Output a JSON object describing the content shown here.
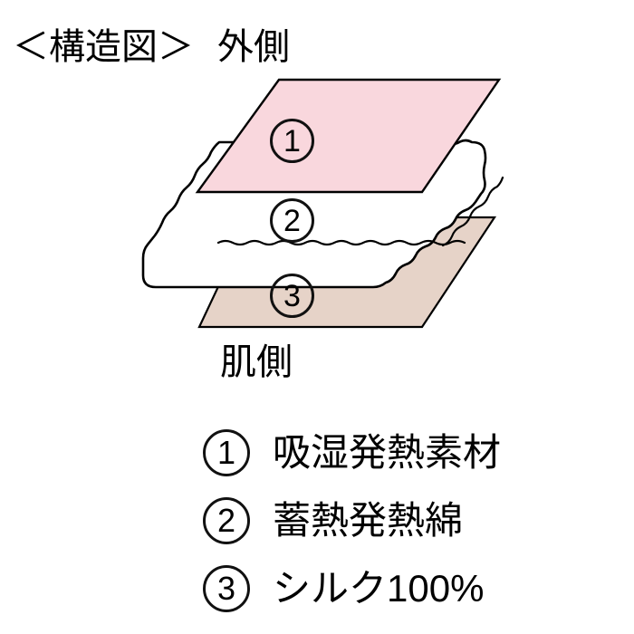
{
  "diagram": {
    "title": "＜構造図＞",
    "top_label": "外側",
    "bottom_label": "肌側",
    "layers": [
      {
        "number": "1",
        "name": "outer-fabric-layer",
        "fill": "#f9d7dd",
        "stroke": "#000000",
        "style": "flat-parallelogram"
      },
      {
        "number": "2",
        "name": "wadding-layer",
        "fill": "#ffffff",
        "stroke": "#000000",
        "style": "quilted-slab"
      },
      {
        "number": "3",
        "name": "silk-lining-layer",
        "fill": "#e6d3c8",
        "stroke": "#000000",
        "style": "flat-parallelogram"
      }
    ]
  },
  "legend": {
    "items": [
      {
        "number": "1",
        "label": "吸湿発熱素材"
      },
      {
        "number": "2",
        "label": "蓄熱発熱綿"
      },
      {
        "number": "3",
        "label": "シルク100%"
      }
    ]
  }
}
